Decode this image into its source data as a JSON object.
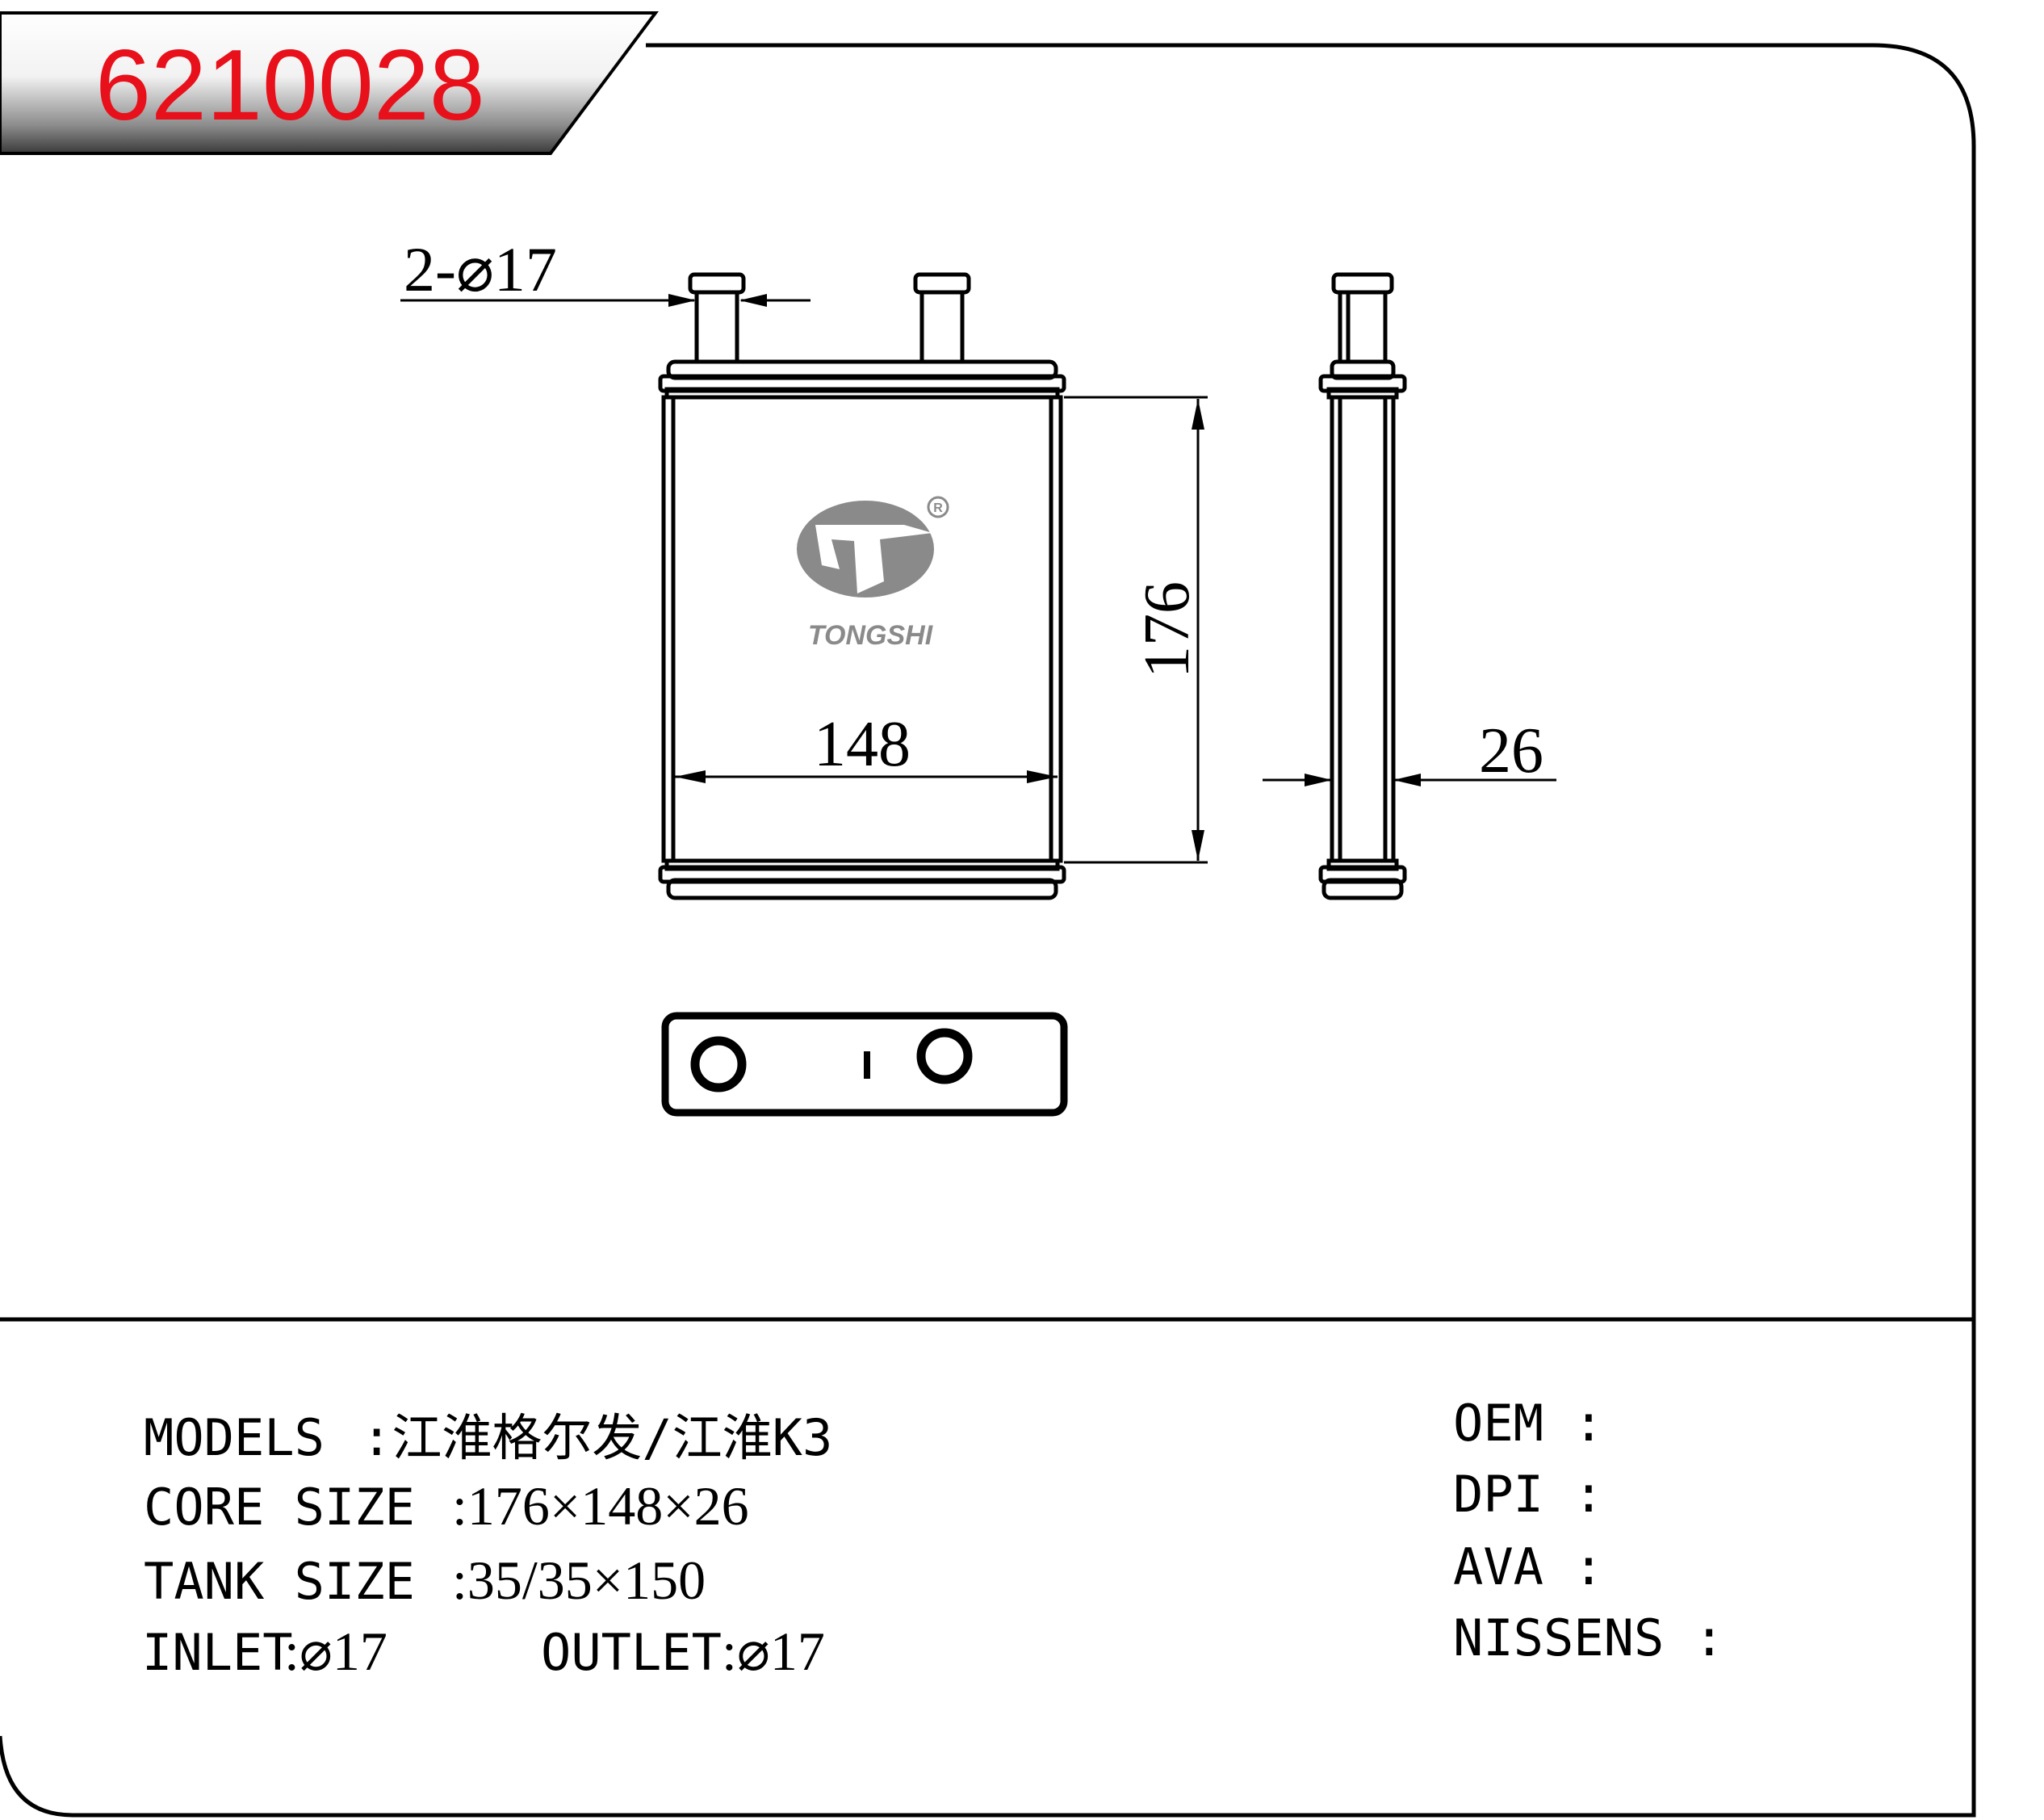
{
  "header": {
    "part_number": "6210028",
    "accent_color": "#e8101a"
  },
  "drawing": {
    "pipe_note": "2-⌀17",
    "width_dim": "148",
    "height_dim": "176",
    "depth_dim": "26",
    "logo": {
      "brand": "TONGSHI",
      "registered": "R",
      "logo_color": "#8a8a8a"
    }
  },
  "specs": {
    "models_label": "MODELS",
    "models_value": ":江淮格尔发/江淮K3",
    "core_label": "CORE SIZE",
    "core_value": ":176×148×26",
    "tank_label": "TANK SIZE",
    "tank_value": ":35/35×150",
    "inlet_label": "INLET",
    "inlet_value": ":⌀17",
    "outlet_label": "OUTLET",
    "outlet_value": ":⌀17"
  },
  "refs": {
    "oem_label": "OEM :",
    "dpi_label": "DPI :",
    "ava_label": "AVA :",
    "nissens_label": "NISSENS :"
  }
}
